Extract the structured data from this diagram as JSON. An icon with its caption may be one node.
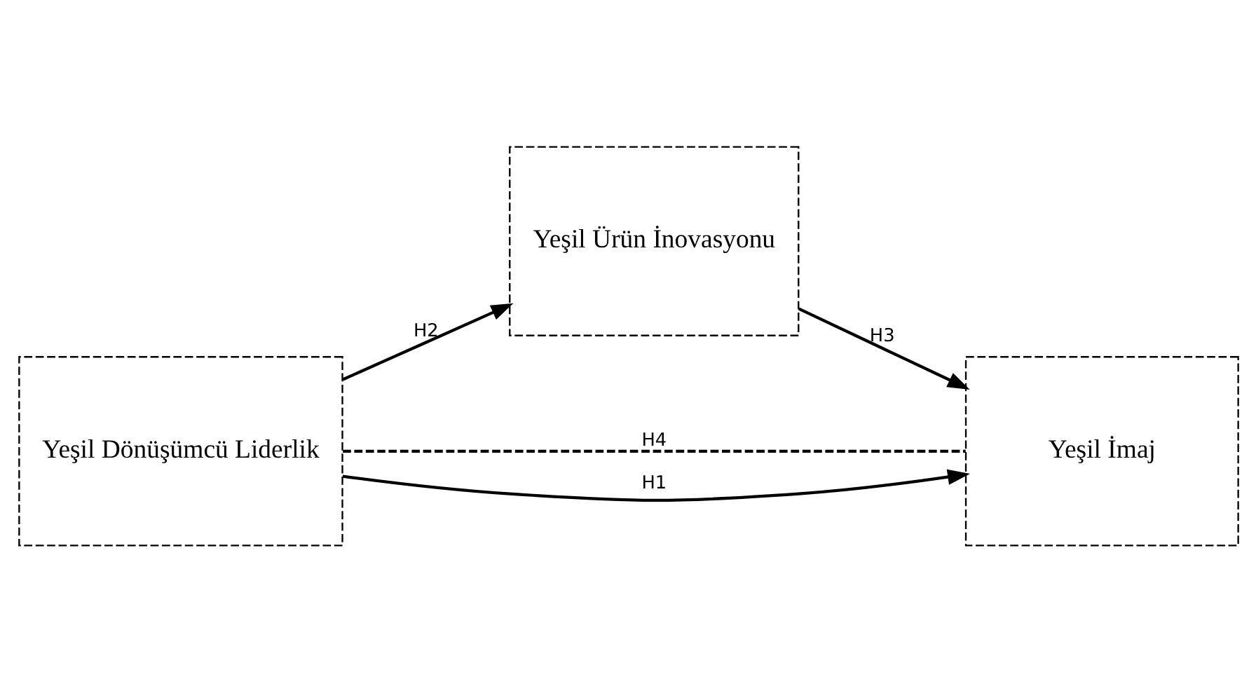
{
  "diagram": {
    "nodes": [
      {
        "text": [
          "Yeşil Ürün İnovasyonu"
        ]
      },
      {
        "text": [
          "Yeşil Dönüşümcü Liderlik"
        ]
      },
      {
        "text": [
          "Yeşil İmaj"
        ]
      }
    ],
    "edges": [
      {
        "from": 1,
        "to": 0,
        "arrow": "to",
        "label": "H2"
      },
      {
        "from": 0,
        "to": 2,
        "arrow": "to",
        "label": "H3"
      },
      {
        "from": 1,
        "to": 2,
        "arrow": "none",
        "label": "H4",
        "style": "dashed"
      },
      {
        "from": 1,
        "to": 2,
        "arrow": "to",
        "label": "H1"
      }
    ]
  }
}
